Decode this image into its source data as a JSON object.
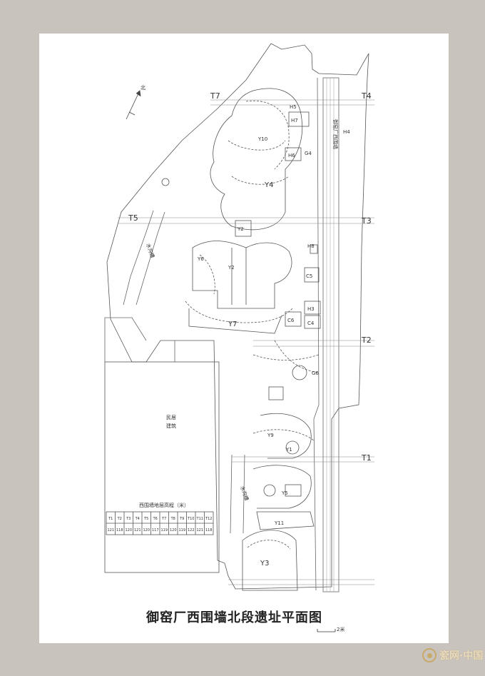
{
  "title": "御窑厂西围墙北段遗址平面图",
  "north": "北",
  "labels": {
    "t7": "T7",
    "t4": "T4",
    "t5": "T5",
    "t3": "T3",
    "t2": "T2",
    "t1": "T1",
    "y1": "Y1",
    "y2": "Y2",
    "y3": "Y3",
    "y4": "Y4",
    "y5": "Y5",
    "y6": "Y6",
    "y7": "Y7",
    "y9": "Y9",
    "y10": "Y10",
    "y11": "Y11",
    "h3": "H3",
    "h4": "H4",
    "h5": "H5",
    "h6": "H6",
    "h7": "H7",
    "h8": "H8",
    "c4": "C4",
    "c5": "C5",
    "c6": "C6",
    "g4": "G4",
    "g6": "G6",
    "wall_vertical": "御窑厂西围墙",
    "ditch_upper": "水沟槽",
    "ditch_lower": "水沟槽",
    "house_line1": "民居",
    "house_line2": "建筑"
  },
  "table": {
    "caption": "西围墙地层高程（米）",
    "row1": [
      "T1",
      "T2",
      "T3",
      "T4",
      "T5",
      "T6",
      "T7",
      "T8",
      "T9",
      "T10",
      "T11",
      "T12"
    ],
    "row2": [
      "121",
      "118",
      "120",
      "121",
      "120",
      "117",
      "119",
      "120",
      "119",
      "122",
      "121",
      "118"
    ]
  },
  "scale": "2米",
  "watermark": "瓷网·中国"
}
